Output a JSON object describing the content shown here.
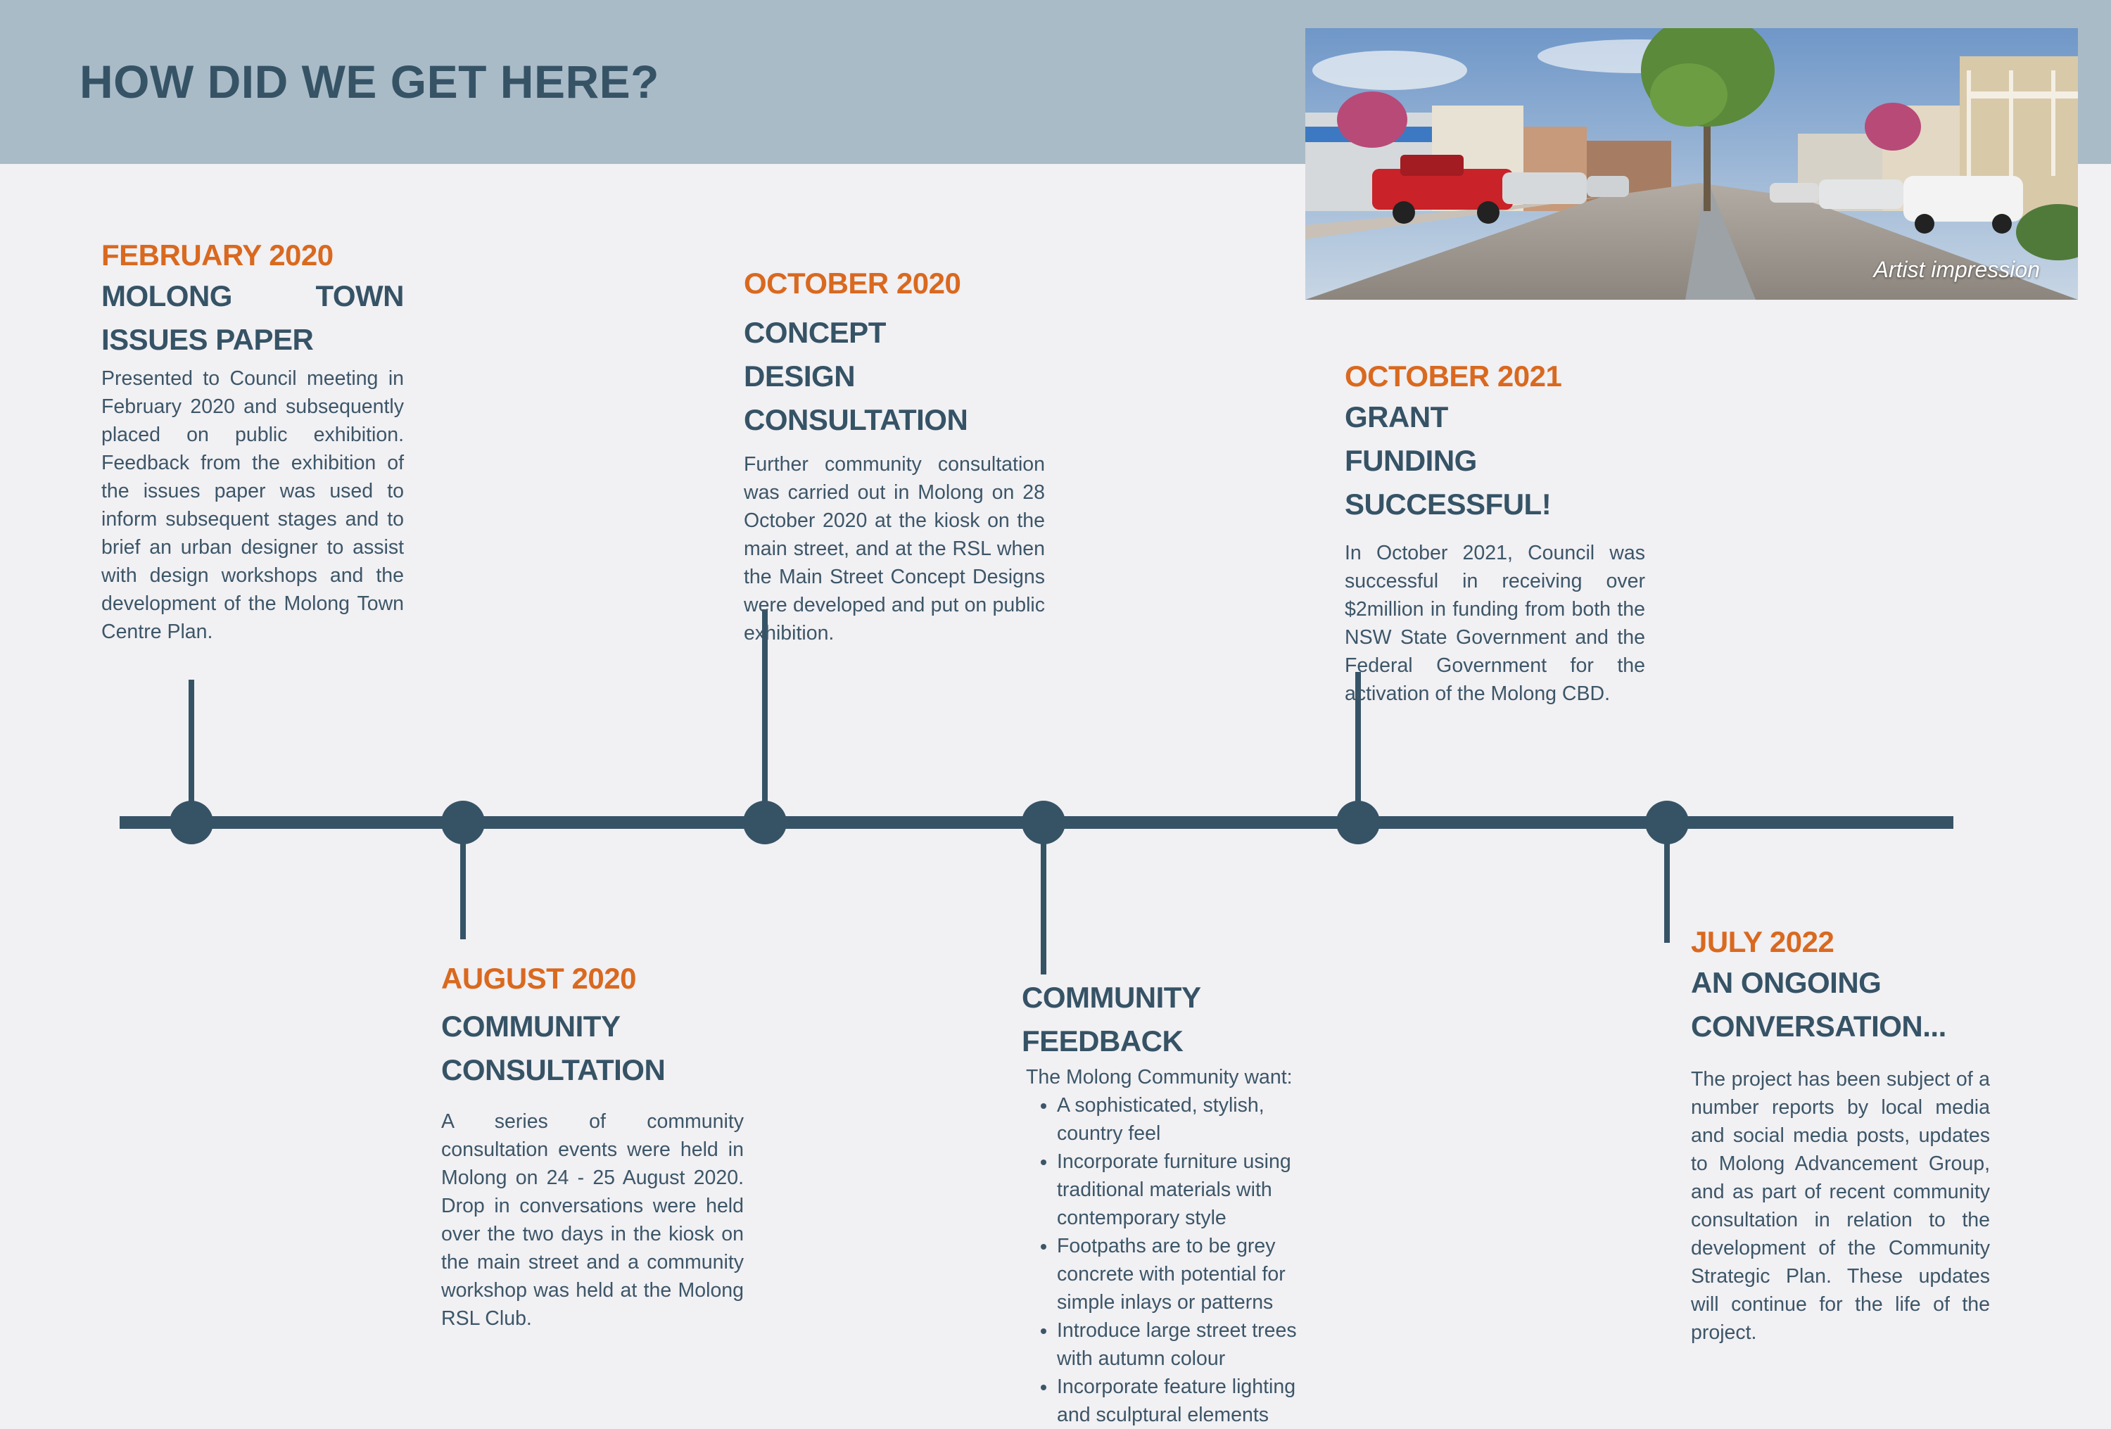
{
  "page": {
    "title": "HOW DID WE GET HERE?"
  },
  "photo": {
    "caption": "Artist impression"
  },
  "events": [
    {
      "date": "FEBRUARY 2020",
      "title": "MOLONG TOWN ISSUES PAPER",
      "body": "Presented to Council meeting in February 2020 and subsequently placed on public exhibition. Feedback from the exhibition of the issues paper was used to inform subsequent stages and to brief an urban designer to assist with design workshops and the development of the Molong Town Centre Plan."
    },
    {
      "date": "AUGUST 2020",
      "title": "COMMUNITY CONSULTATION",
      "body": "A series of community consultation events were held in Molong on 24 - 25 August 2020. Drop in conversations were held over the two days in the kiosk on the main street and a community workshop was held at the Molong RSL Club."
    },
    {
      "date": "OCTOBER 2020",
      "title": "CONCEPT DESIGN CONSULTATION",
      "body": "Further community consultation was carried out in Molong on 28 October 2020 at the kiosk on the main street, and at the RSL when the Main Street Concept Designs were developed and put on public exhibition."
    },
    {
      "title": "COMMUNITY FEEDBACK",
      "intro": "The Molong Community want:",
      "bullets": [
        "A sophisticated, stylish, country feel",
        "Incorporate furniture using traditional materials with contemporary style",
        "Footpaths are to be grey concrete with potential for simple inlays or patterns",
        "Introduce large street trees with autumn colour",
        "Incorporate feature lighting and sculptural elements"
      ]
    },
    {
      "date": "OCTOBER 2021",
      "title": "GRANT FUNDING SUCCESSFUL!",
      "body": "In October 2021, Council was successful in receiving over $2million in funding from both the NSW State Government and the Federal Government for the activation of the Molong CBD."
    },
    {
      "date": "JULY 2022",
      "title": "AN ONGOING CONVERSATION...",
      "body": "The project has been subject of a number reports by local media and social media posts, updates to Molong Advancement Group, and as part of recent community consultation in relation to the development of the Community Strategic Plan. These updates will continue for the life of the project."
    }
  ]
}
